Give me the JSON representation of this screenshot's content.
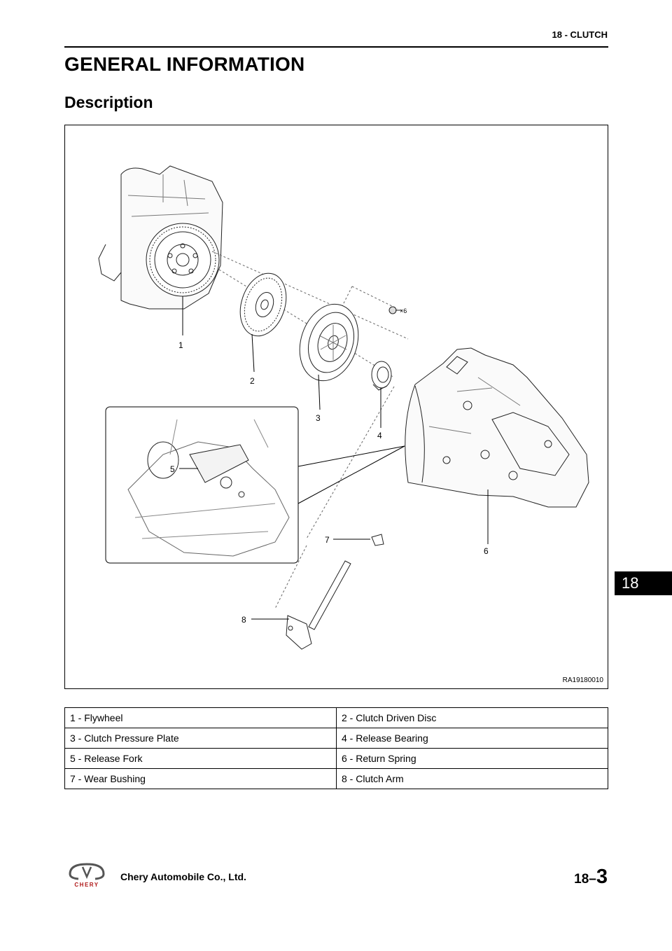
{
  "header": {
    "section": "18 - CLUTCH"
  },
  "page": {
    "title": "GENERAL INFORMATION",
    "subtitle": "Description"
  },
  "figure": {
    "code": "RA19180010",
    "callouts": [
      "1",
      "2",
      "3",
      "4",
      "5",
      "6",
      "7",
      "8"
    ],
    "bolt_qty": "×6"
  },
  "parts": [
    [
      "1 - Flywheel",
      "2 - Clutch Driven Disc"
    ],
    [
      "3 - Clutch Pressure Plate",
      "4 - Release Bearing"
    ],
    [
      "5 - Release Fork",
      "6 - Return Spring"
    ],
    [
      "7 - Wear Bushing",
      "8 - Clutch Arm"
    ]
  ],
  "side_tab": "18",
  "footer": {
    "logo_text": "CHERY",
    "company": "Chery Automobile Co., Ltd.",
    "page_prefix": "18–",
    "page_number": "3"
  }
}
